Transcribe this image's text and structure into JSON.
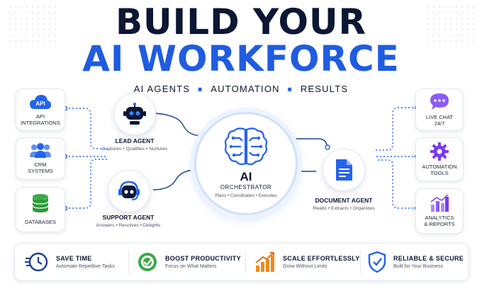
{
  "header": {
    "title_line1": "BUILD YOUR",
    "title_line2": "AI WORKFORCE",
    "subtitle_parts": [
      "AI AGENTS",
      "AUTOMATION",
      "RESULTS"
    ]
  },
  "left_cards": [
    {
      "label_line1": "API",
      "label_line2": "INTEGRATIONS",
      "icon": "cloud-api-icon"
    },
    {
      "label_line1": "CRM",
      "label_line2": "SYSTEMS",
      "icon": "users-icon"
    },
    {
      "label_line1": "DATABASES",
      "label_line2": "",
      "icon": "database-icon"
    }
  ],
  "right_cards": [
    {
      "label_line1": "LIVE CHAT",
      "label_line2": "24/7",
      "icon": "chat-icon"
    },
    {
      "label_line1": "AUTOMATION",
      "label_line2": "TOOLS",
      "icon": "gear-icon"
    },
    {
      "label_line1": "ANALYTICS",
      "label_line2": "& REPORTS",
      "icon": "bar-chart-icon"
    }
  ],
  "api_badge": "API",
  "agents": {
    "lead": {
      "title": "LEAD AGENT",
      "subtitle": "Captures • Qualifies • Nurtures"
    },
    "support": {
      "title": "SUPPORT AGENT",
      "subtitle": "Answers • Resolves • Delights"
    },
    "document": {
      "title": "DOCUMENT AGENT",
      "subtitle": "Reads • Extracts • Organizes"
    }
  },
  "orchestrator": {
    "ai": "AI",
    "name": "ORCHESTRATOR",
    "subtitle": "Plans • Coordinates • Executes"
  },
  "features": [
    {
      "title": "SAVE TIME",
      "subtitle": "Automate Repetitive Tasks",
      "icon": "clock-fast-icon"
    },
    {
      "title": "BOOST PRODUCTIVITY",
      "subtitle": "Focus on What Matters",
      "icon": "target-check-icon"
    },
    {
      "title": "SCALE EFFORTLESSLY",
      "subtitle": "Grow Without Limits",
      "icon": "growth-chart-icon"
    },
    {
      "title": "RELIABLE & SECURE",
      "subtitle": "Built for Your Business",
      "icon": "shield-check-icon"
    }
  ],
  "colors": {
    "navy": "#0b1733",
    "blue": "#1f5ce0",
    "green": "#3aa845",
    "orange": "#f08a1a",
    "purple": "#7c3aed"
  }
}
